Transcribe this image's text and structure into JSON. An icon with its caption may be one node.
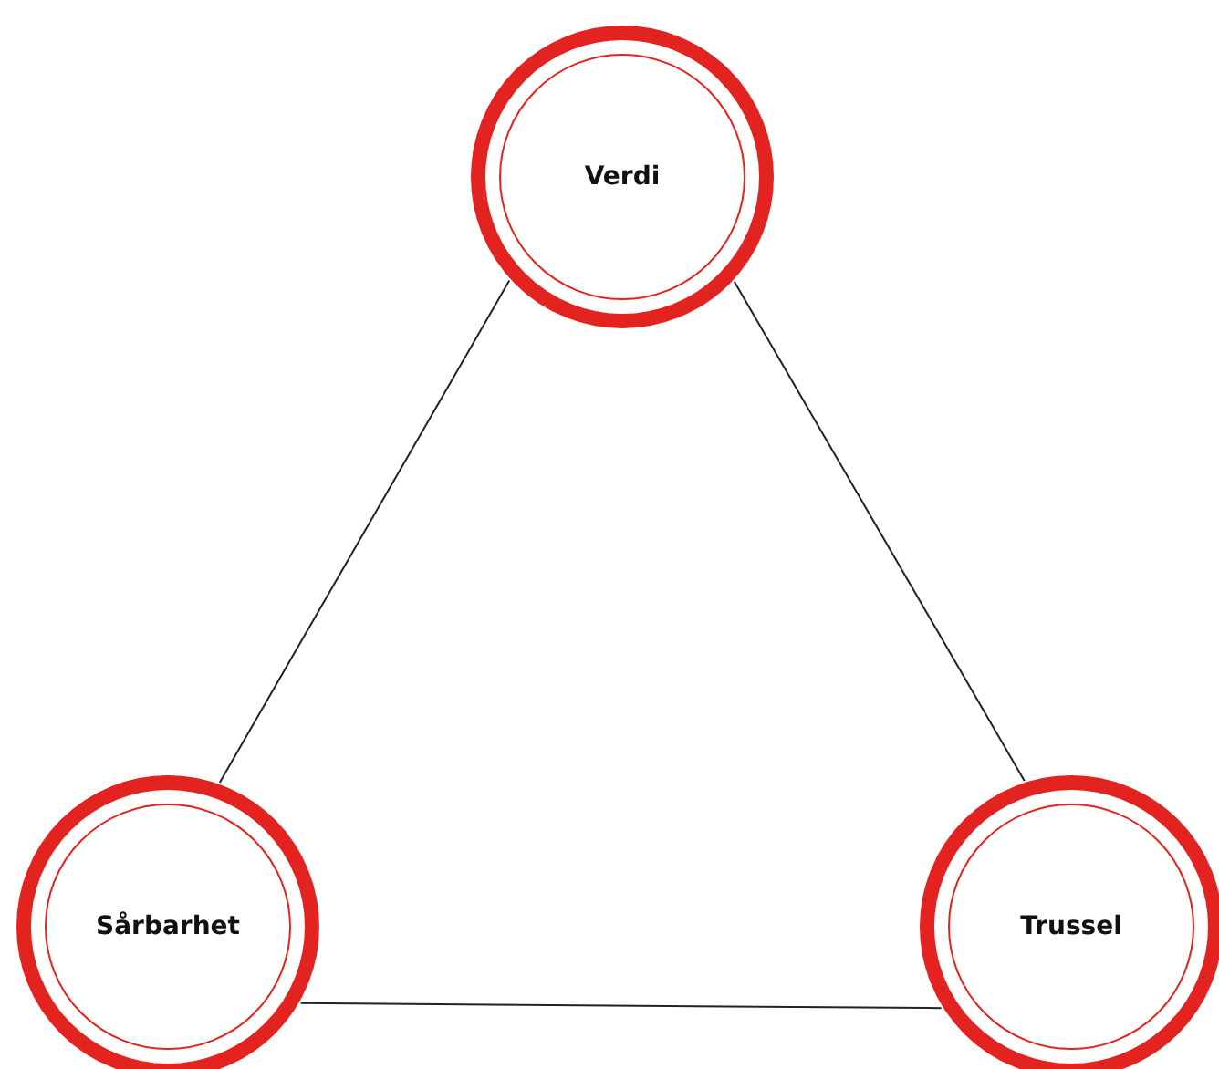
{
  "diagram": {
    "nodes": [
      {
        "text": [
          "Verdi"
        ]
      },
      {
        "text": [
          "Sårbarhet"
        ]
      },
      {
        "text": [
          "Trussel"
        ]
      }
    ],
    "edges": [
      {
        "from": 0,
        "to": 1,
        "arrow": "none"
      },
      {
        "from": 0,
        "to": 2,
        "arrow": "none"
      },
      {
        "from": 1,
        "to": 2,
        "arrow": "none"
      }
    ]
  }
}
